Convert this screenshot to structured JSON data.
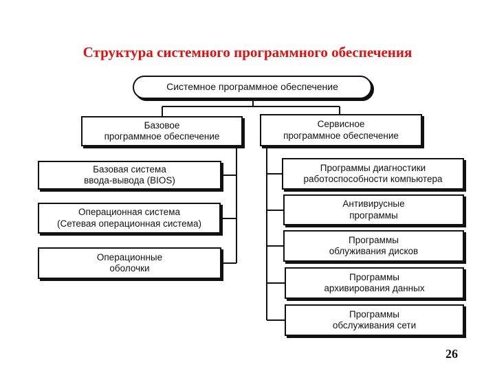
{
  "title": "Структура системного программного обеспечения",
  "page_number": "26",
  "root": "Системное программное обеспечение",
  "base": {
    "label": "Базовое\nпрограммное обеспечение",
    "children": [
      "Базовая система\nввода-вывода (BIOS)",
      "Операционная система\n(Сетевая операционная система)",
      "Операционные\nоболочки"
    ]
  },
  "service": {
    "label": "Сервисное\nпрограммное обеспечение",
    "children": [
      "Программы диагностики\nработоспособности компьютера",
      "Антивирусные\nпрограммы",
      "Программы\nоблуживания дисков",
      "Программы\nархивирования данных",
      "Программы\nобслуживания сети"
    ]
  }
}
